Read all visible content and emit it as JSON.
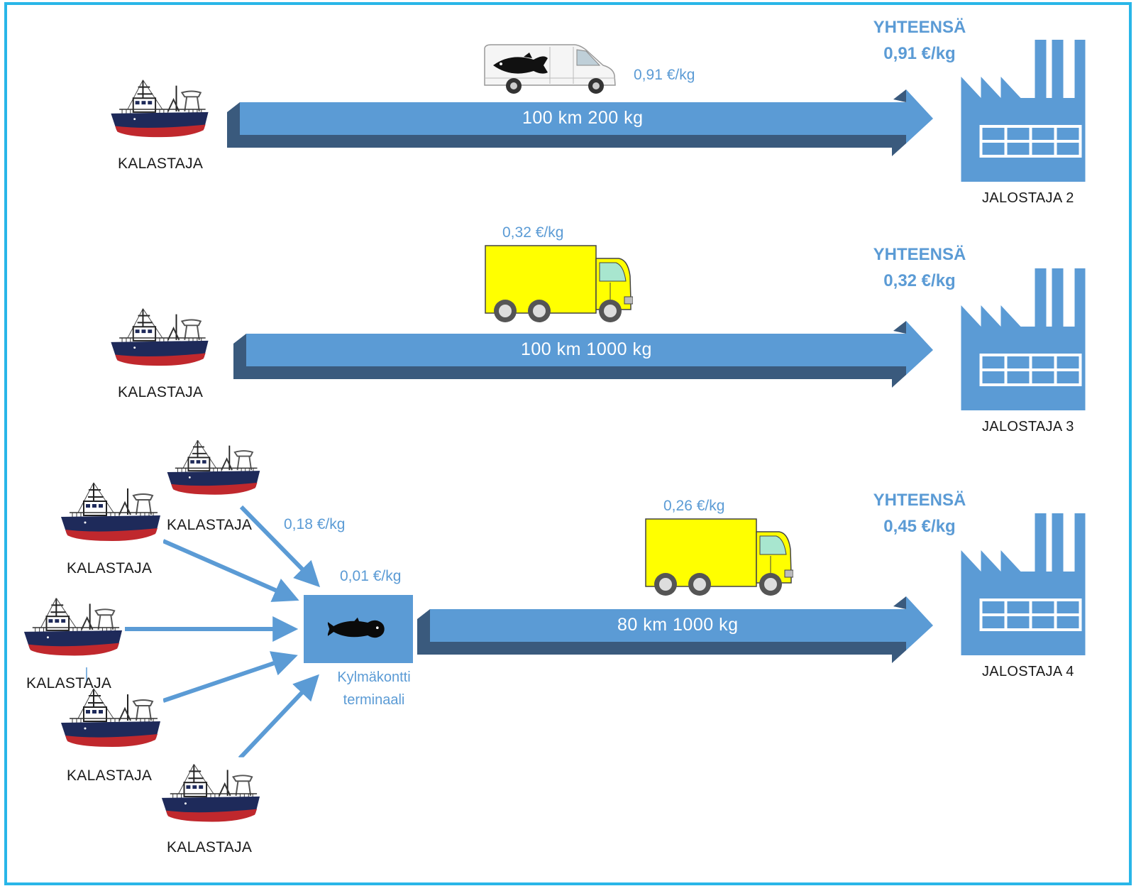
{
  "colors": {
    "frame": "#29b6e8",
    "arrow": "#5b9bd5",
    "arrow_shadow": "#3a5a7d",
    "factory": "#5b9bd5",
    "truck_body": "#ffff00",
    "boat_hull": "#1e2a5a",
    "boat_keel": "#c0282d"
  },
  "rows": [
    {
      "fisher_label": "KALASTAJA",
      "vehicle": "van-icon",
      "price": "0,91 €/kg",
      "arrow_label": "100 km 200 kg",
      "total_title": "YHTEENSÄ",
      "total_value": "0,91 €/kg",
      "plant_label": "JALOSTAJA 2"
    },
    {
      "fisher_label": "KALASTAJA",
      "vehicle": "truck-icon",
      "price": "0,32 €/kg",
      "arrow_label": "100 km 1000 kg",
      "total_title": "YHTEENSÄ",
      "total_value": "0,32 €/kg",
      "plant_label": "JALOSTAJA 3"
    },
    {
      "fisher_labels": [
        "KALASTAJA",
        "KALASTAJA",
        "KALASTAJA",
        "KALASTAJA",
        "KALASTAJA"
      ],
      "collect_price": "0,18 €/kg",
      "terminal_price": "0,01 €/kg",
      "terminal_line1": "Kylmäkontti",
      "terminal_line2": "terminaali",
      "vehicle": "truck-icon",
      "price": "0,26 €/kg",
      "arrow_label": "80 km 1000 kg",
      "total_title": "YHTEENSÄ",
      "total_value": "0,45 €/kg",
      "plant_label": "JALOSTAJA 4"
    }
  ]
}
